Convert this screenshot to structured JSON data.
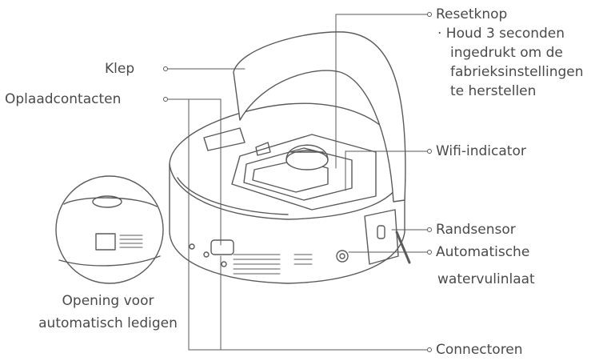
{
  "labels": {
    "klep": "Klep",
    "oplaadcontacten": "Oplaadcontacten",
    "resetknop": "Resetknop",
    "resetknop_note": [
      "· Houd 3 seconden",
      "ingedrukt om de",
      "fabrieksinstellingen",
      "te herstellen"
    ],
    "wifi": "Wifi-indicator",
    "randsensor": "Randsensor",
    "watervul": [
      "Automatische",
      "watervulinlaat"
    ],
    "opening": [
      "Opening voor",
      "automatisch ledigen"
    ],
    "connectoren": "Connectoren"
  },
  "colors": {
    "line": "#5a5a5a",
    "text": "#4a4a4a",
    "background": "#ffffff"
  }
}
